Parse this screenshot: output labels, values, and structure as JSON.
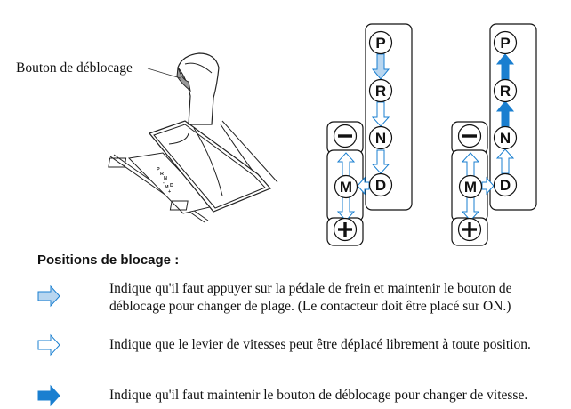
{
  "callout_label": "Bouton de déblocage",
  "shifter_plate_labels": [
    "P",
    "R",
    "N",
    "-",
    "M",
    "D",
    "+"
  ],
  "gate_labels": {
    "p": "P",
    "r": "R",
    "n": "N",
    "d": "D",
    "m": "M"
  },
  "legend": {
    "heading": "Positions de blocage :",
    "items": [
      {
        "icon": "light-filled-arrow-icon",
        "line1": "Indique qu'il faut appuyer sur la pédale de frein et maintenir le bouton de",
        "line2": "déblocage pour changer de plage. (Le contacteur doit être placé sur ON.)"
      },
      {
        "icon": "hollow-arrow-icon",
        "line1": "Indique que le levier de vitesses peut être déplacé librement à toute position."
      },
      {
        "icon": "solid-arrow-icon",
        "line1": "Indique qu'il faut maintenir le bouton de déblocage pour changer de vitesse."
      }
    ]
  },
  "colors": {
    "blue": "#1a7fd0",
    "light_blue": "#b8d6f0",
    "outline": "#111111"
  }
}
